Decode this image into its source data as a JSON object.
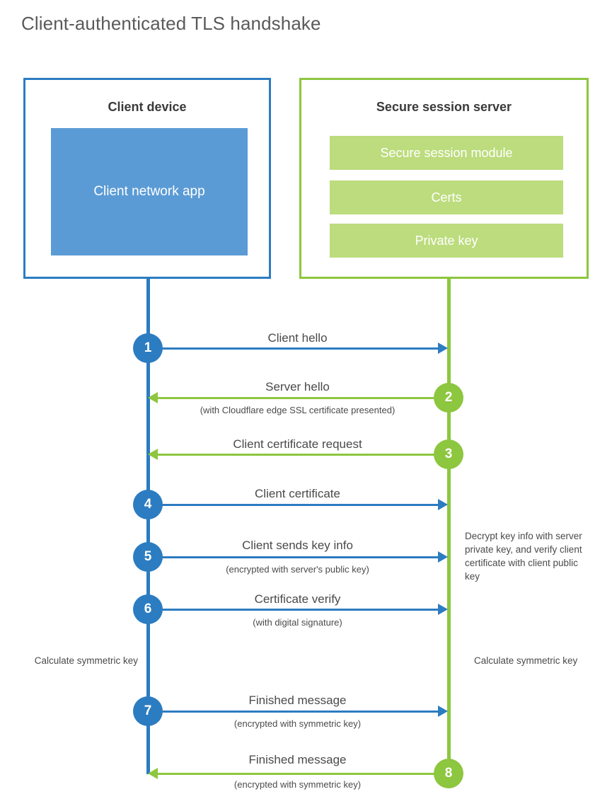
{
  "title": "Client-authenticated TLS handshake",
  "colors": {
    "client_accent": "#2C7CC1",
    "server_accent": "#8DC63F",
    "client_app_fill": "#5B9BD5",
    "server_bar_fill": "#BCDC7D",
    "text": "#4a4a4a",
    "background": "#ffffff"
  },
  "client": {
    "title": "Client device",
    "app_label": "Client network app"
  },
  "server": {
    "title": "Secure session server",
    "components": [
      "Secure session module",
      "Certs",
      "Private key"
    ]
  },
  "steps": [
    {
      "number": "1",
      "label": "Client hello",
      "sublabel": "",
      "direction": "client-to-server",
      "color": "#2C7CC1"
    },
    {
      "number": "2",
      "label": "Server hello",
      "sublabel": "(with Cloudflare edge SSL certificate presented)",
      "direction": "server-to-client",
      "color": "#8DC63F"
    },
    {
      "number": "3",
      "label": "Client certificate request",
      "sublabel": "",
      "direction": "server-to-client",
      "color": "#8DC63F"
    },
    {
      "number": "4",
      "label": "Client certificate",
      "sublabel": "",
      "direction": "client-to-server",
      "color": "#2C7CC1"
    },
    {
      "number": "5",
      "label": "Client sends key info",
      "sublabel": "(encrypted with server's public key)",
      "direction": "client-to-server",
      "color": "#2C7CC1"
    },
    {
      "number": "6",
      "label": "Certificate verify",
      "sublabel": "(with digital signature)",
      "direction": "client-to-server",
      "color": "#2C7CC1"
    },
    {
      "number": "7",
      "label": "Finished message",
      "sublabel": "(encrypted with symmetric key)",
      "direction": "client-to-server",
      "color": "#2C7CC1"
    },
    {
      "number": "8",
      "label": "Finished message",
      "sublabel": "(encrypted with symmetric key)",
      "direction": "server-to-client",
      "color": "#8DC63F"
    }
  ],
  "annotations": {
    "server_decrypt": "Decrypt key info with server private key, and verify client certificate with client public key",
    "client_symmetric": "Calculate symmetric key",
    "server_symmetric": "Calculate symmetric key"
  }
}
